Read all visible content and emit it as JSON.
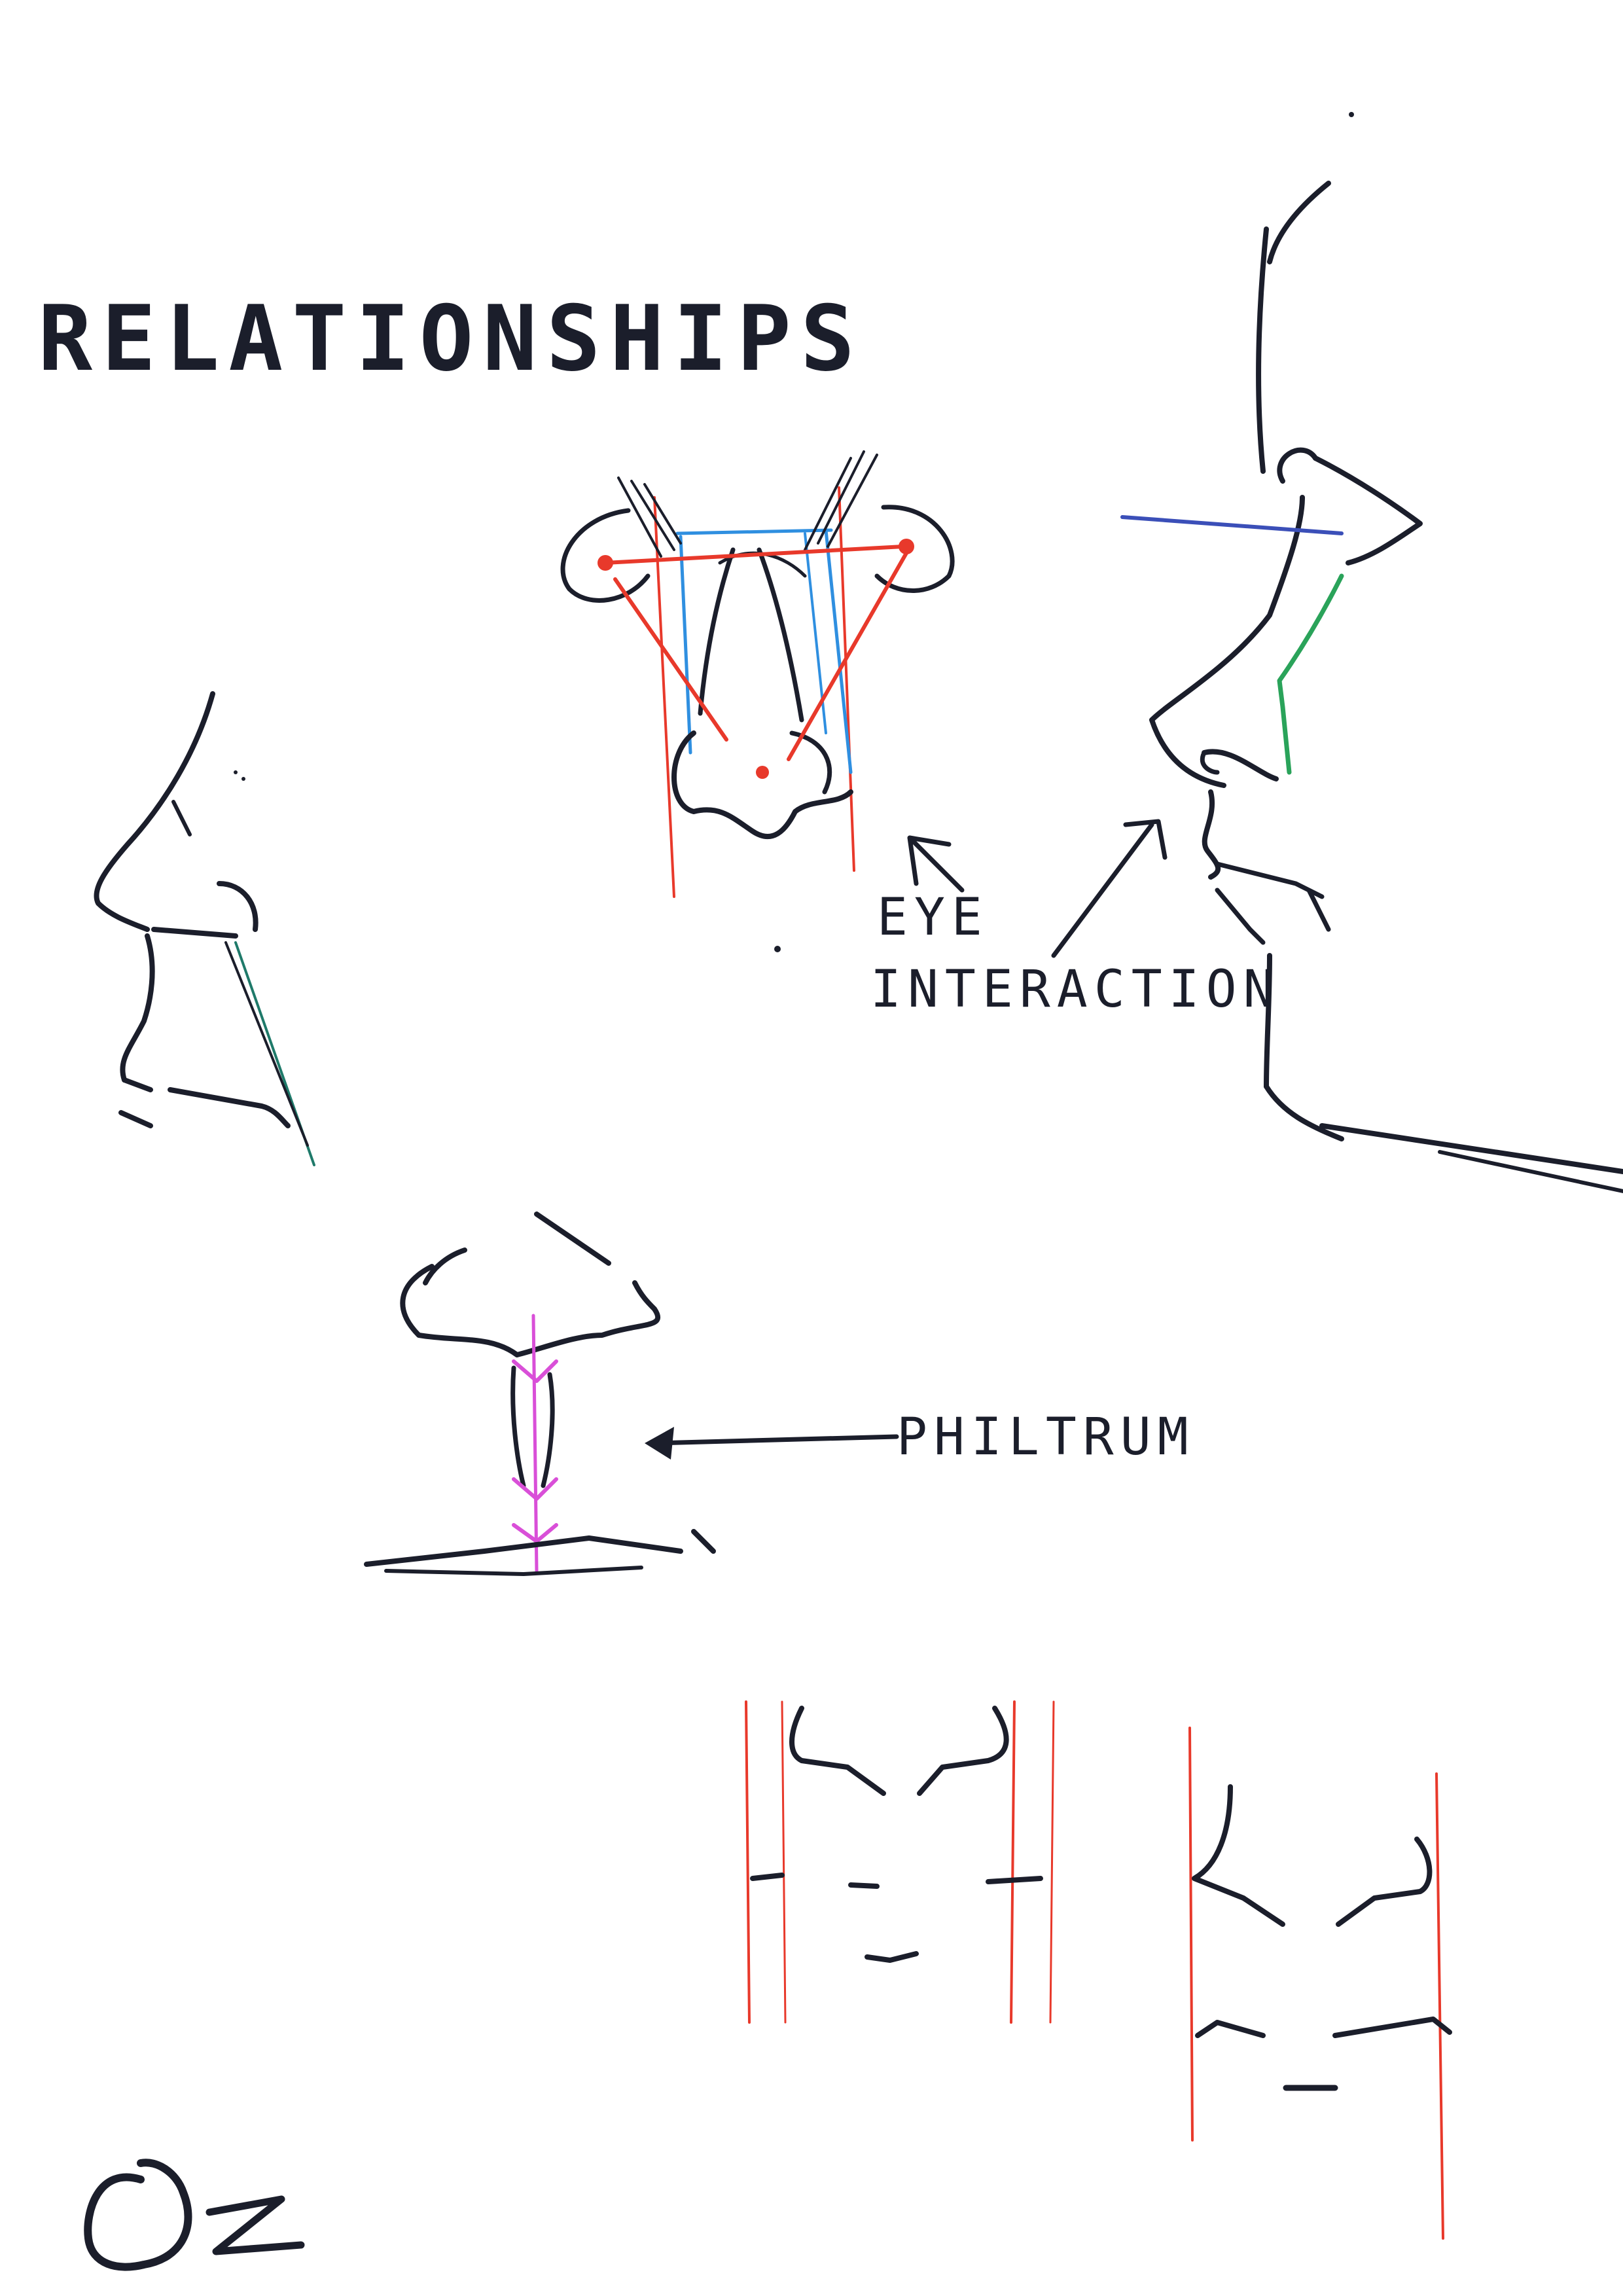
{
  "page": {
    "title": "RELATIONSHIPS"
  },
  "annotations": {
    "eye_interaction_line1": "EYE",
    "eye_interaction_line2": "INTERACTION",
    "philtrum": "PHILTRUM"
  },
  "signature": "Oz",
  "colors": {
    "ink": "#1b1e2b",
    "red_guides": "#e8392b",
    "blue_guides": "#2f8fe0",
    "magenta_philtrum": "#d94fd8",
    "green_bridge": "#2aa35a",
    "teal_profile": "#1f7a6a",
    "navy_eye_line": "#3b4fb8"
  }
}
